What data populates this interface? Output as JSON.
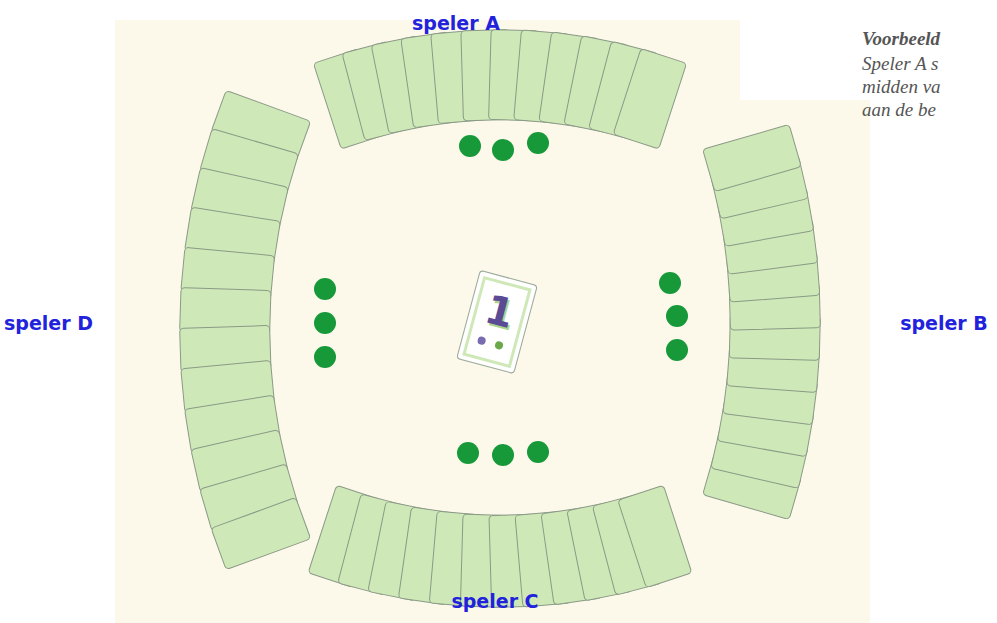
{
  "diagram": {
    "nodes": [
      {
        "text": [
          "1"
        ]
      }
    ],
    "labels": [
      "speler A",
      "speler D",
      "speler B",
      "speler C",
      "Voorbeeld",
      "Speler A s",
      "midden va",
      "aan de be"
    ]
  }
}
